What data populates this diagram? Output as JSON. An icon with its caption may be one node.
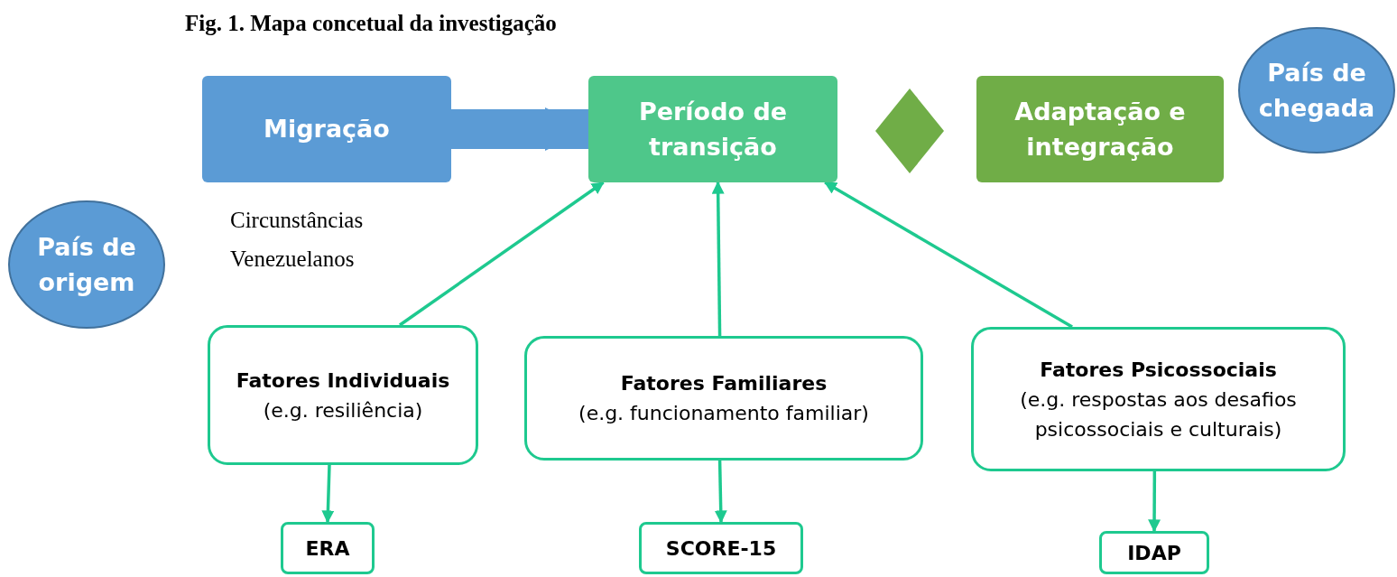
{
  "diagram": {
    "title": "Fig. 1. Mapa concetual da investigação",
    "nodes": [
      {
        "text": [
          "Migração"
        ]
      },
      {
        "text": [
          "Período de transição"
        ]
      },
      {
        "text": [],
        "shape": "diamond"
      },
      {
        "text": [
          "Adaptação e integração"
        ]
      },
      {
        "text": [
          "País de chegada"
        ]
      },
      {
        "text": [
          "País de origem"
        ]
      },
      {
        "text": [
          "Fatores Individuais",
          "(e.g. resiliência)"
        ]
      },
      {
        "text": [
          "Fatores Familiares",
          "(e.g. funcionamento familiar)"
        ]
      },
      {
        "text": [
          "Fatores Psicossociais",
          "(e.g. respostas aos desafios psicossociais e culturais)"
        ]
      },
      {
        "text": [
          "ERA"
        ]
      },
      {
        "text": [
          "SCORE-15"
        ]
      },
      {
        "text": [
          "IDAP"
        ]
      }
    ],
    "edges": [
      {
        "from": 0,
        "to": 1,
        "arrow": "to",
        "style": "thick",
        "color": "#5b9bd5"
      },
      {
        "from": 6,
        "to": 1,
        "arrow": "to"
      },
      {
        "from": 7,
        "to": 1,
        "arrow": "to"
      },
      {
        "from": 8,
        "to": 1,
        "arrow": "to"
      },
      {
        "from": 6,
        "to": 9,
        "arrow": "to"
      },
      {
        "from": 7,
        "to": 10,
        "arrow": "to"
      },
      {
        "from": 8,
        "to": 11,
        "arrow": "to"
      }
    ],
    "labels": [
      "Circunstâncias",
      "Venezuelanos"
    ]
  }
}
